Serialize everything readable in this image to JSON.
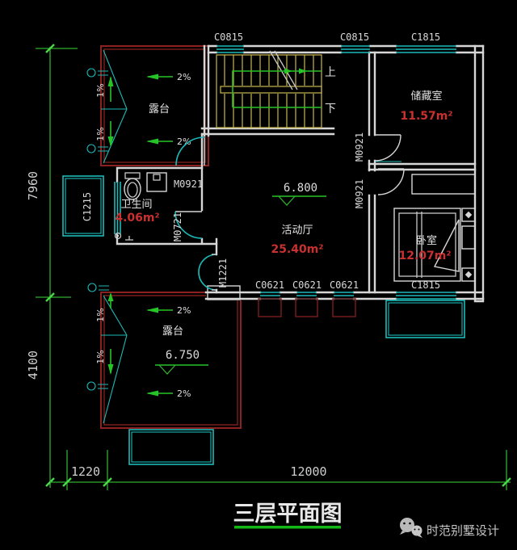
{
  "title": "三层平面图",
  "watermark": "时范别墅设计",
  "colors": {
    "background": "#000000",
    "wall": "#d6d6d6",
    "window_door": "#1cb9b9",
    "dimension_green": "#2fae2f",
    "area_red": "#c93030",
    "outline_red": "#8d2121",
    "stair_yellow": "#c9b750",
    "title_underline": "#14b814"
  },
  "dimensions": {
    "left_upper": "7960",
    "left_lower": "4100",
    "bottom_offset": "1220",
    "bottom_main": "12000"
  },
  "levels": {
    "hall_elevation": "6.800",
    "terrace_elevation": "6.750"
  },
  "rooms": {
    "upper_terrace": {
      "name": "露台"
    },
    "lower_terrace": {
      "name": "露台"
    },
    "storage": {
      "name": "储藏室",
      "area": "11.57m²"
    },
    "hall": {
      "name": "活动厅",
      "area": "25.40m²"
    },
    "bathroom": {
      "name": "卫生间",
      "area": "4.06m²"
    },
    "bedroom": {
      "name": "卧室",
      "area": "12.07m²"
    }
  },
  "stairs": {
    "up": "上",
    "down": "下"
  },
  "slopes": {
    "two_percent": "2%",
    "one_percent": "1%"
  },
  "openings": {
    "c0815": "C0815",
    "c1815": "C1815",
    "c1215": "C1215",
    "c0621": "C0621",
    "m0921": "M0921",
    "m0721": "M0721",
    "m1221": "M1221"
  }
}
